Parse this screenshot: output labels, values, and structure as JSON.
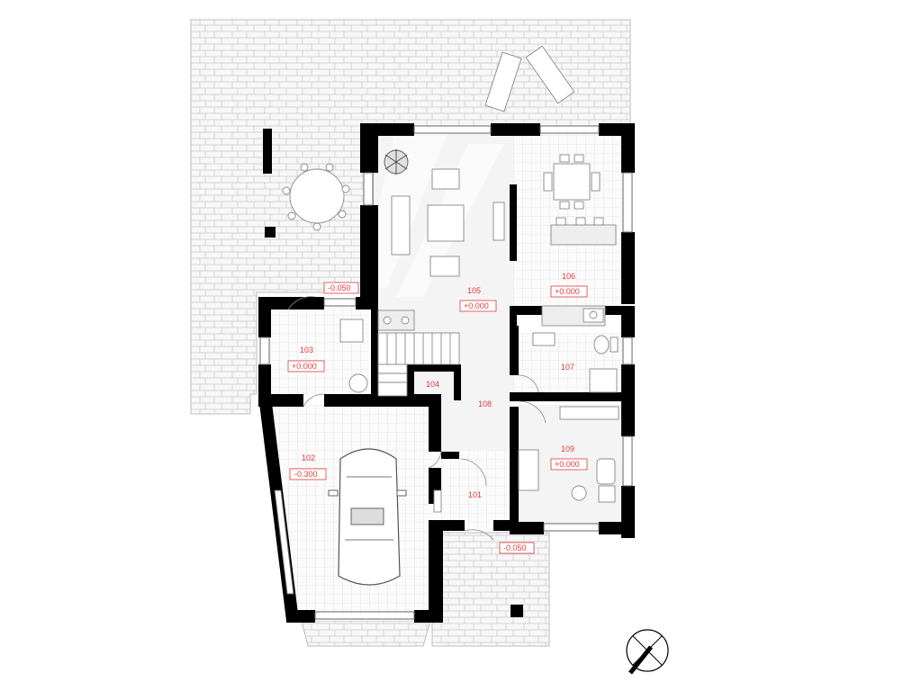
{
  "rooms": [
    {
      "id": "101",
      "level": ""
    },
    {
      "id": "102",
      "level": "-0.300"
    },
    {
      "id": "103",
      "level": "+0.000"
    },
    {
      "id": "104",
      "level": ""
    },
    {
      "id": "105",
      "level": "+0.000"
    },
    {
      "id": "106",
      "level": "+0.000"
    },
    {
      "id": "107",
      "level": ""
    },
    {
      "id": "108",
      "level": ""
    },
    {
      "id": "109",
      "level": "+0.000"
    }
  ],
  "terrace_levels": {
    "west_terrace": "-0.050",
    "entrance_porch": "-0.050"
  },
  "colors": {
    "wall": "#000000",
    "annotation": "#e23b3b",
    "paving_line": "#c8c8c8",
    "tile_line": "#d8d8d8",
    "floor_light": "#f2f2f2"
  },
  "icons": [
    "compass-icon",
    "car-icon",
    "round-table-icon",
    "sun-lounger-icon",
    "plant-icon",
    "toilet-icon",
    "bathtub-icon",
    "sink-icon",
    "stove-icon"
  ]
}
